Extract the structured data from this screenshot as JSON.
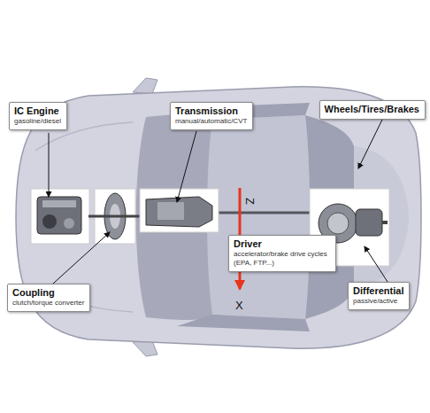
{
  "diagram": {
    "nodes": [
      {
        "text": [
          "IC Engine",
          "gasoline/diesel"
        ]
      },
      {
        "text": [
          "Transmission",
          "manual/automatic/CVT"
        ]
      },
      {
        "text": [
          "Wheels/Tires/Brakes"
        ]
      },
      {
        "text": [
          "Driver",
          "accelerator/brake drive cycles (EPA, FTP...)"
        ]
      },
      {
        "text": [
          "Coupling",
          "clutch/torque converter"
        ]
      },
      {
        "text": [
          "Differential",
          "passive/active"
        ]
      }
    ],
    "labels": [
      "Z",
      "X"
    ]
  }
}
